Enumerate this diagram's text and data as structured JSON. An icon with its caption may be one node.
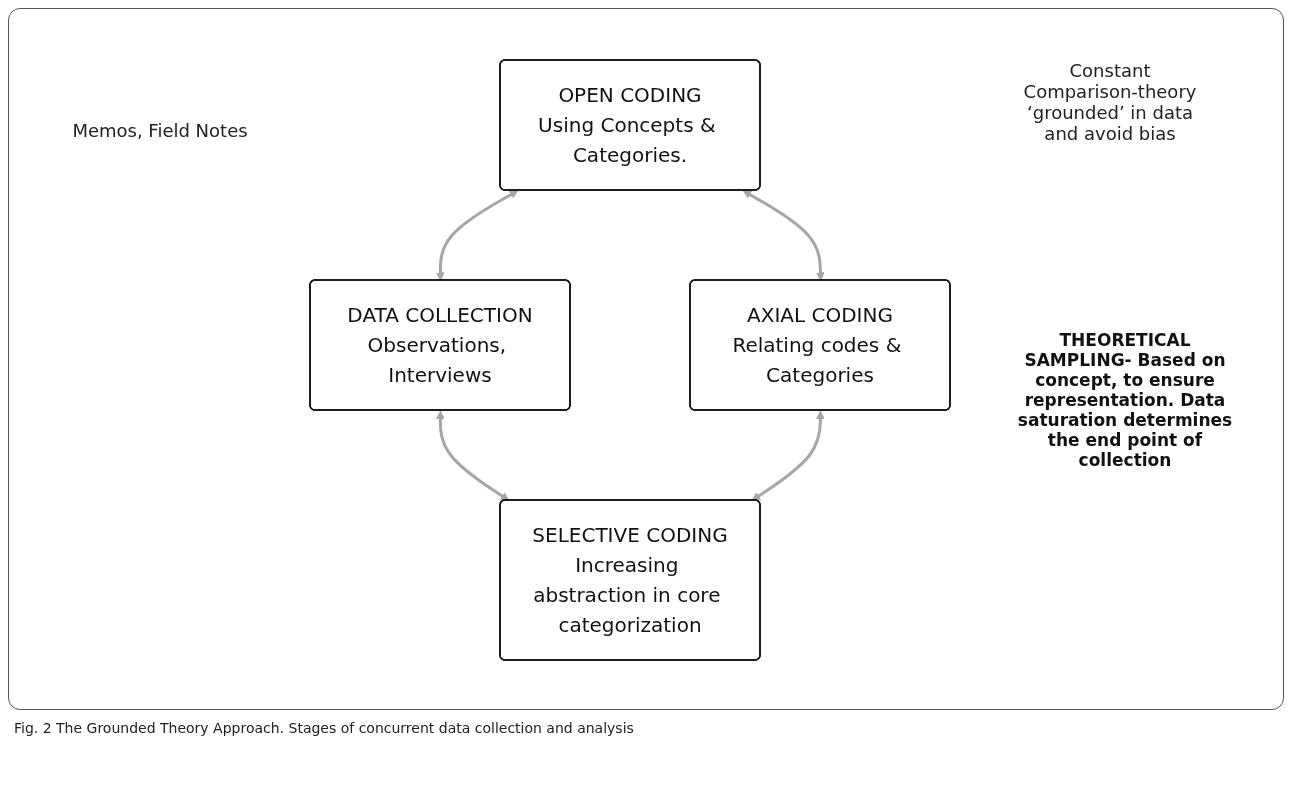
{
  "diagram": {
    "caption": "Fig. 2 The Grounded Theory Approach. Stages of concurrent data collection and analysis",
    "nodes": [
      {
        "text": [
          "OPEN CODING",
          "Using Concepts & Categories."
        ]
      },
      {
        "text": [
          "DATA COLLECTION",
          "Observations, Interviews"
        ]
      },
      {
        "text": [
          "AXIAL CODING",
          "Relating codes & Categories"
        ]
      },
      {
        "text": [
          "SELECTIVE CODING",
          "Increasing abstraction in core categorization"
        ]
      }
    ],
    "edges": [
      {
        "from": 0,
        "to": 1,
        "arrow": "both"
      },
      {
        "from": 0,
        "to": 2,
        "arrow": "both"
      },
      {
        "from": 1,
        "to": 3,
        "arrow": "both"
      },
      {
        "from": 2,
        "to": 3,
        "arrow": "both"
      }
    ],
    "labels": [
      "Memos, Field Notes",
      "Constant Comparison-theory ‘grounded’ in data and avoid bias",
      "THEORETICAL SAMPLING- Based on concept, to ensure representation. Data saturation determines the end point of collection"
    ]
  }
}
